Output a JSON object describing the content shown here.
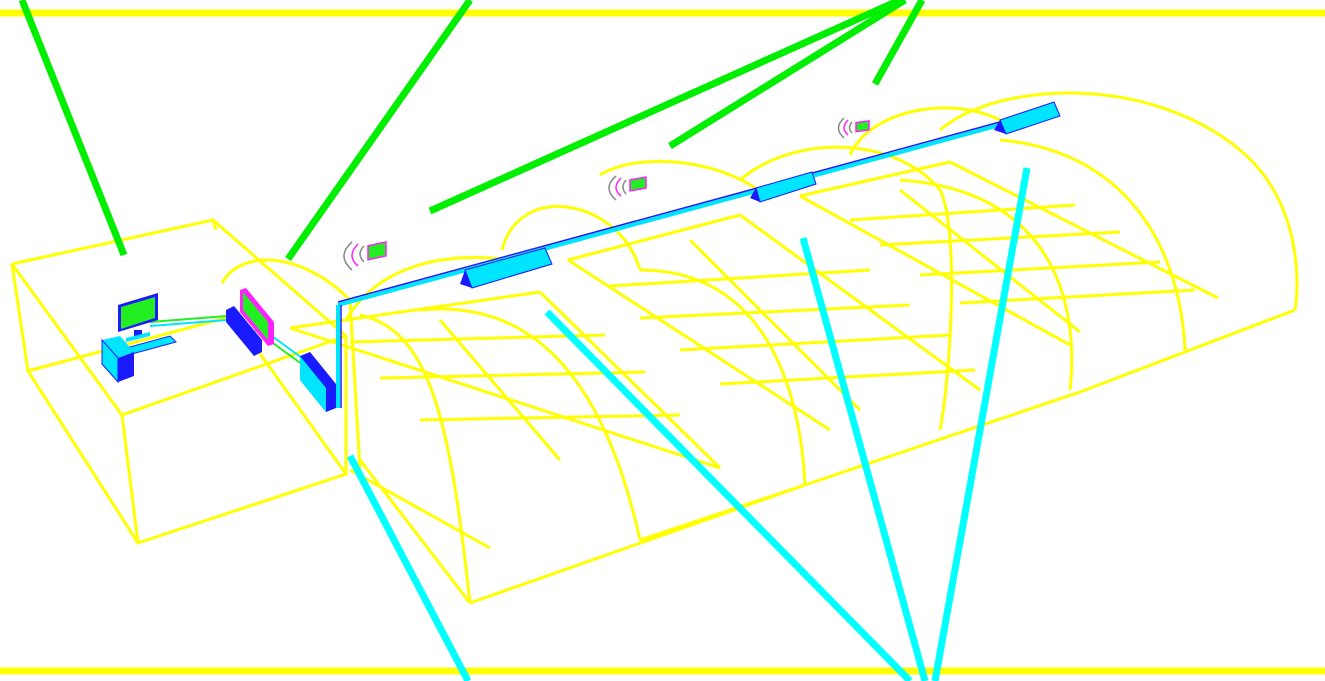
{
  "diagram": {
    "kind": "greenhouse-monitoring-schematic",
    "labels": [],
    "colors": {
      "background": "#ffffff",
      "frame": "#ffff00",
      "callout_upper": "#00ee00",
      "callout_lower": "#00ffff",
      "device_cyan": "#00e5ff",
      "device_blue": "#1a1aff",
      "device_green": "#22ee22",
      "device_magenta": "#ff22ff"
    },
    "components": {
      "control_room": {
        "icons": [
          "computer-monitor-icon",
          "pc-tower-icon",
          "keyboard-icon"
        ]
      },
      "gateway": {
        "icons": [
          "router-icon"
        ]
      },
      "power_unit": {
        "icons": [
          "power-box-icon"
        ]
      },
      "wireless_nodes": [
        "wireless-sensor-node-icon",
        "wireless-sensor-node-icon",
        "wireless-sensor-node-icon"
      ],
      "light_units": [
        "grow-light-icon",
        "grow-light-icon",
        "grow-light-icon",
        "grow-light-icon"
      ],
      "greenhouses": [
        "greenhouse-1",
        "greenhouse-2",
        "greenhouse-3"
      ]
    }
  }
}
